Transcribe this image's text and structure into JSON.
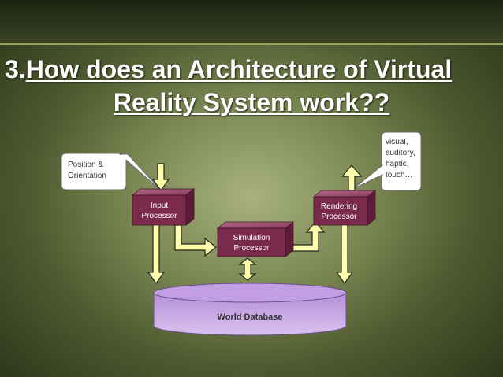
{
  "title": {
    "number": "3.",
    "line1": "How does an Architecture of Virtual",
    "line2": "Reality System work??"
  },
  "diagram": {
    "callout_left": {
      "line1": "Position &",
      "line2": "Orientation"
    },
    "callout_right": {
      "line1": "visual,",
      "line2": "auditory,",
      "line3": "haptic,",
      "line4": "touch…"
    },
    "input_processor": {
      "line1": "Input",
      "line2": "Processor"
    },
    "simulation_processor": {
      "line1": "Simulation",
      "line2": "Processor"
    },
    "rendering_processor": {
      "line1": "Rendering",
      "line2": "Processor"
    },
    "database": {
      "label": "World Database"
    }
  },
  "colors": {
    "processor_fill": "#7a2a4a",
    "database_fill": "#c9a6e4",
    "arrow_fill": "#ffffaa",
    "callout_fill": "#ffffff"
  }
}
